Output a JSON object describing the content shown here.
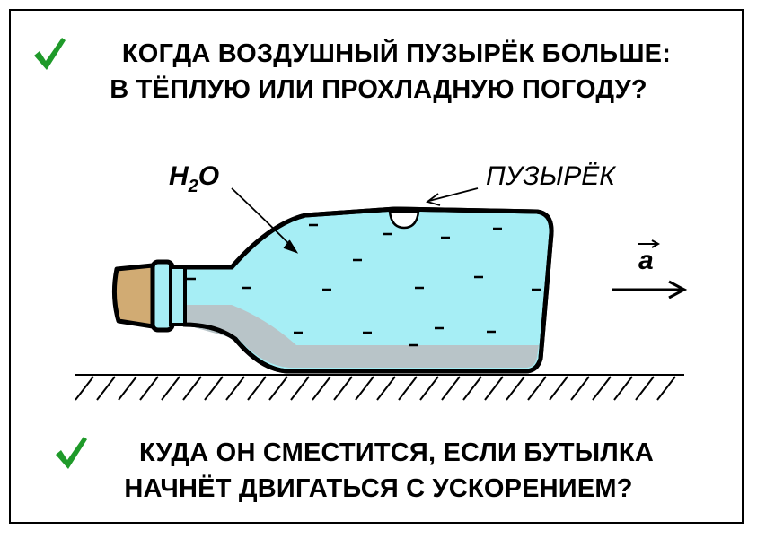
{
  "question_top": {
    "line1": "КОГДА ВОЗДУШНЫЙ ПУЗЫРЁК БОЛЬШЕ:",
    "line2": "В ТЁПЛУЮ ИЛИ ПРОХЛАДНУЮ ПОГОДУ?"
  },
  "question_bottom": {
    "line1": "КУДА ОН СМЕСТИТСЯ, ЕСЛИ БУТЫЛКА",
    "line2": "НАЧНЁТ ДВИГАТЬСЯ С УСКОРЕНИЕМ?"
  },
  "labels": {
    "water_main": "H",
    "water_sub": "2",
    "water_tail": "O",
    "bubble": "ПУЗЫРЁК",
    "acceleration": "a"
  },
  "colors": {
    "water": "#a6eef5",
    "water_shadow": "#b8c4c8",
    "cork": "#d1ab73",
    "check": "#1f9a2a",
    "ink": "#000000"
  },
  "icons": [
    "check-icon",
    "vector-arrow-icon"
  ]
}
